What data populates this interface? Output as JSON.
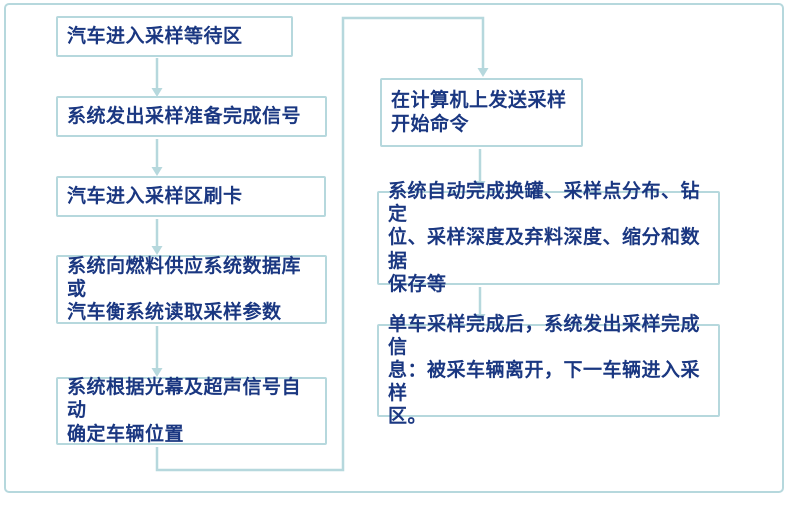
{
  "frame": {
    "border_color": "#b6d8dd"
  },
  "diagram": {
    "type": "flowchart",
    "text_color": "#1a3781",
    "line_color": "#b6d8dd",
    "box_fill": "#ffffff",
    "nodes": [
      {
        "id": "n1",
        "text": "汽车进入采样等待区"
      },
      {
        "id": "n2",
        "text": "系统发出采样准备完成信号"
      },
      {
        "id": "n3",
        "text": "汽车进入采样区刷卡"
      },
      {
        "id": "n4",
        "text": "系统向燃料供应系统数据库或\n汽车衡系统读取采样参数"
      },
      {
        "id": "n5",
        "text": "系统根据光幕及超声信号自动\n确定车辆位置"
      },
      {
        "id": "n6",
        "text": "在计算机上发送采样\n开始命令"
      },
      {
        "id": "n7",
        "text": "系统自动完成换罐、采样点分布、钻定\n位、采样深度及弃料深度、缩分和数据\n保存等"
      },
      {
        "id": "n8",
        "text": "单车采样完成后，系统发出采样完成信\n息：被采车辆离开，下一车辆进入采样\n区。"
      }
    ],
    "edges": [
      {
        "from": "n1",
        "to": "n2",
        "style": "straight-arrow"
      },
      {
        "from": "n2",
        "to": "n3",
        "style": "straight-arrow"
      },
      {
        "from": "n3",
        "to": "n4",
        "style": "straight-arrow"
      },
      {
        "from": "n4",
        "to": "n5",
        "style": "straight-arrow"
      },
      {
        "from": "n5",
        "to": "n6",
        "style": "elbow-arrow"
      },
      {
        "from": "n6",
        "to": "n7",
        "style": "straight-arrow"
      },
      {
        "from": "n7",
        "to": "n8",
        "style": "straight-arrow"
      }
    ]
  }
}
